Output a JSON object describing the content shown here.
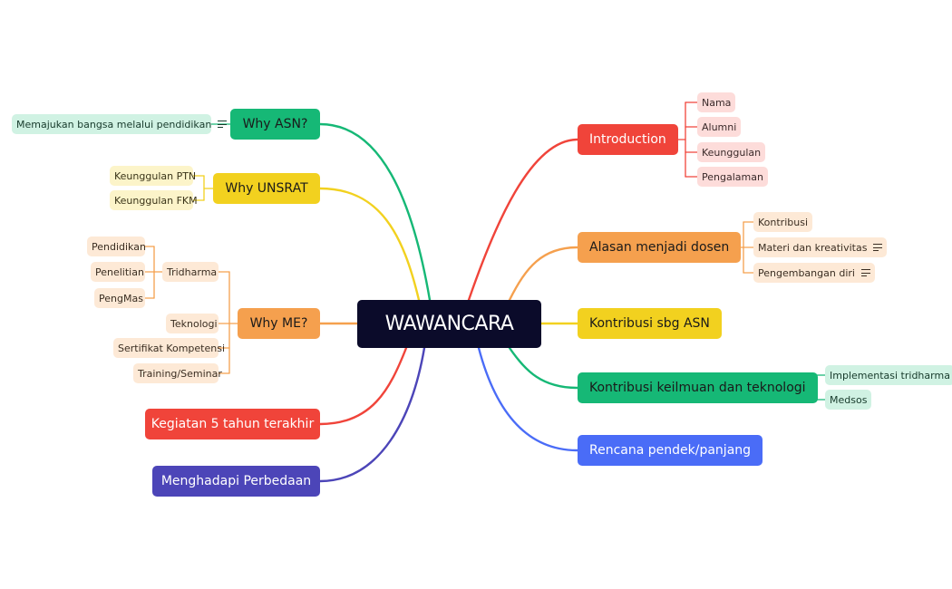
{
  "root": "WAWANCARA",
  "colors": {
    "red": "#f0443a",
    "orange": "#f5a04e",
    "yellow": "#f2d11f",
    "green": "#16b876",
    "blue": "#4a6cf7",
    "indigo": "#4c45b8",
    "root_bg": "#0b0b2a"
  },
  "right": {
    "introduction": {
      "label": "Introduction",
      "children": [
        "Nama",
        "Alumni",
        "Keunggulan",
        "Pengalaman"
      ]
    },
    "alasan": {
      "label": "Alasan menjadi dosen",
      "children": [
        "Kontribusi",
        "Materi dan kreativitas",
        "Pengembangan diri"
      ]
    },
    "kontribusi_asn": {
      "label": "Kontribusi sbg ASN"
    },
    "keilmuan": {
      "label": "Kontribusi keilmuan dan teknologi",
      "children": [
        "Implementasi tridharma",
        "Medsos"
      ]
    },
    "rencana": {
      "label": "Rencana pendek/panjang"
    }
  },
  "left": {
    "why_asn": {
      "label": "Why ASN?",
      "children": [
        "Memajukan bangsa melalui pendidikan"
      ]
    },
    "why_unsrat": {
      "label": "Why UNSRAT",
      "children": [
        "Keunggulan PTN",
        "Keunggulan FKM"
      ]
    },
    "why_me": {
      "label": "Why ME?",
      "tridharma": {
        "label": "Tridharma",
        "children": [
          "Pendidikan",
          "Penelitian",
          "PengMas"
        ]
      },
      "children": [
        "Teknologi",
        "Sertifikat Kompetensi",
        "Training/Seminar"
      ]
    },
    "kegiatan": {
      "label": "Kegiatan 5 tahun terakhir"
    },
    "perbedaan": {
      "label": "Menghadapi Perbedaan"
    }
  }
}
